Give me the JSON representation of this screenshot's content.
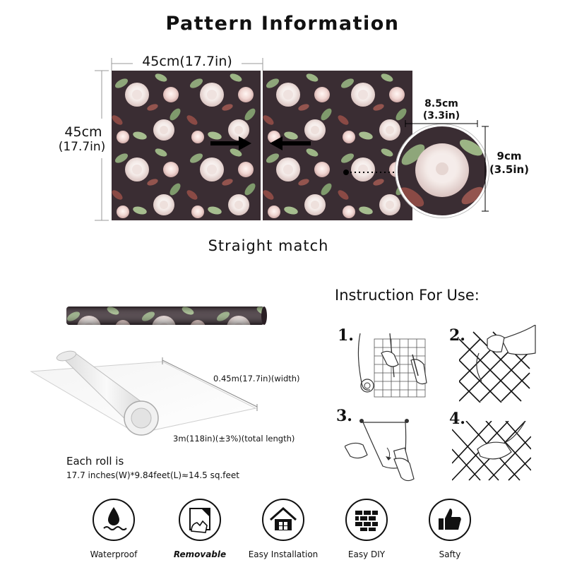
{
  "title": "Pattern Information",
  "pattern": {
    "width_label": "45cm(17.7in)",
    "height_label_cm": "45cm",
    "height_label_in": "(17.7in)",
    "detail_width_cm": "8.5cm",
    "detail_width_in": "(3.3in)",
    "detail_height_cm": "9cm",
    "detail_height_in": "(3.5in)",
    "match_label": "Straight match",
    "background_color": "#3a2d33"
  },
  "roll": {
    "width_label": "0.45m(17.7in)(width)",
    "length_label": "3m(118in)(±3%)(total length)",
    "each_roll_label": "Each roll is",
    "each_roll_detail": "17.7 inches(W)*9.84feet(L)≈14.5 sq.feet"
  },
  "instructions": {
    "title": "Instruction For Use:",
    "steps": [
      {
        "number": "1."
      },
      {
        "number": "2."
      },
      {
        "number": "3."
      },
      {
        "number": "4."
      }
    ]
  },
  "features": [
    {
      "label": "Waterproof",
      "icon": "water-drop-icon"
    },
    {
      "label": "Removable",
      "icon": "peel-hand-icon"
    },
    {
      "label": "Easy Installation",
      "icon": "house-icon"
    },
    {
      "label": "Easy DIY",
      "icon": "brick-wall-icon"
    },
    {
      "label": "Safty",
      "icon": "thumbs-up-icon"
    }
  ]
}
